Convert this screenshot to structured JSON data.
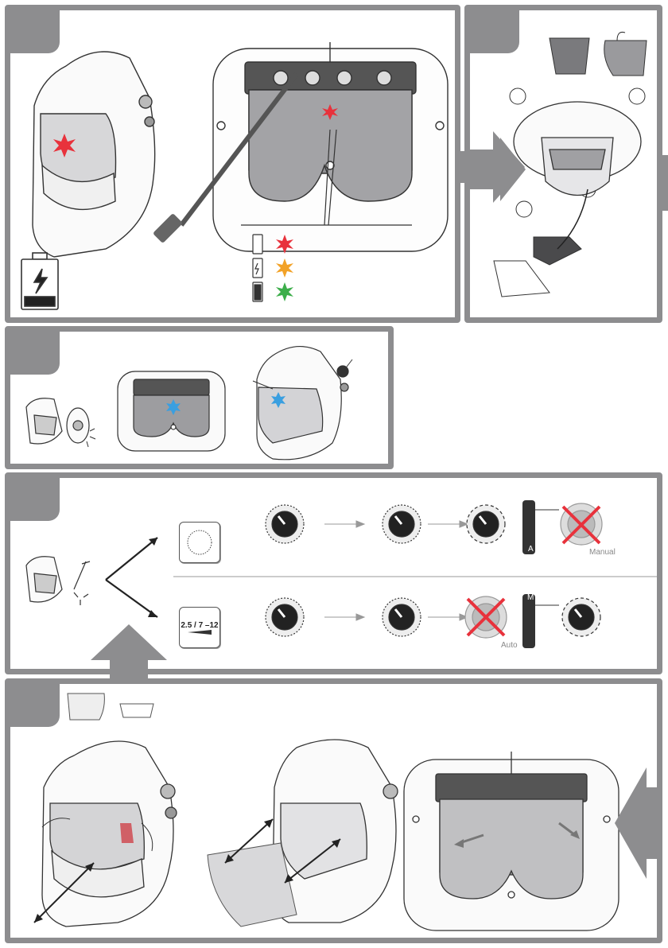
{
  "panels": {
    "p1": {
      "name": "battery-charging-panel"
    },
    "p2": {
      "name": "lens-replacement-panel"
    },
    "p3": {
      "name": "activation-panel"
    },
    "p4": {
      "name": "mode-selection-panel"
    },
    "p5": {
      "name": "outer-lens-panel"
    }
  },
  "mode_labels": {
    "manual": "Manual",
    "auto": "Auto",
    "shade_range": "2.5 / 7 –12",
    "auto_a": "A",
    "manual_m": "M"
  },
  "led_colors": {
    "red": "#e8323c",
    "orange": "#f2a227",
    "green": "#3cae4a",
    "blue": "#3a9fe0"
  },
  "icons": [
    "helmet-icon",
    "battery-icon",
    "usb-cable-icon",
    "led-star-icon",
    "knob-icon",
    "cross-icon",
    "arrow-icon"
  ]
}
